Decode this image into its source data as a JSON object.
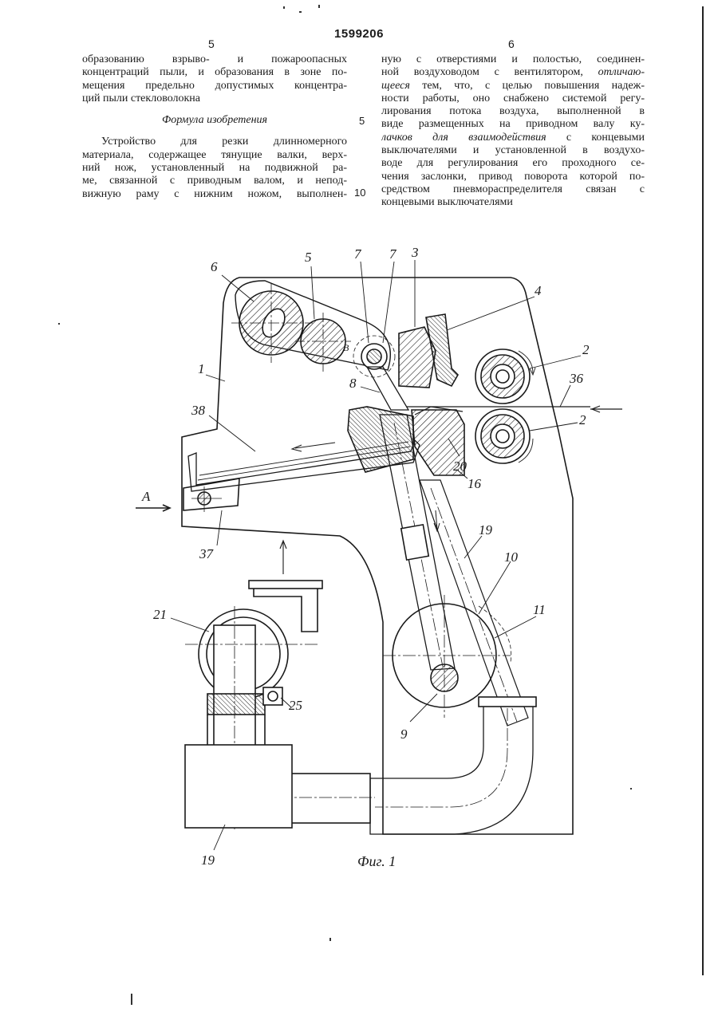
{
  "header": {
    "patent_number": "1599206",
    "col_left_number": "5",
    "col_right_number": "6"
  },
  "left_column": {
    "lines_p1": [
      "образованию взрыво- и пожароопасных",
      "концентраций пыли, и образования в зоне по-",
      "мещения предельно допустимых концентра-",
      "ций пыли стекловолокна"
    ],
    "section_title": "Формула изобретения",
    "lines_p2": [
      "Устройство для резки длинномерного",
      "материала, содержащее тянущие валки, верх-",
      "ний нож, установленный на подвижной ра-",
      "ме, связанной с приводным валом, и непод-",
      "вижную раму с нижним ножом, выполнен-"
    ]
  },
  "right_column": {
    "line1": "ную с отверстиями и полостью, соединен-",
    "line2": "ной воздуховодом с вентилятором,",
    "line2_em": "отличаю-",
    "line3_em": "щееся",
    "line3": "тем, что, с целью повышения надеж-",
    "lines_mid": [
      "ности работы, оно снабжено системой регу-",
      "лирования потока воздуха, выполненной в",
      "виде размещенных на приводном валу ку-"
    ],
    "line7_em": "лачков для взаимодействия",
    "line7": "с концевыми",
    "lines_end": [
      "выключателями и установленной в воздухо-",
      "воде для регулирования его проходного се-",
      "чения заслонки, привод поворота которой по-",
      "средством пневмораспределителя связан с",
      "концевыми выключателями"
    ]
  },
  "line_numbers": {
    "n5": "5",
    "n10": "10"
  },
  "figure": {
    "labels": {
      "l1": "1",
      "l2a": "2",
      "l2b": "2",
      "l3": "3",
      "l4": "4",
      "l5": "5",
      "l6": "6",
      "l7a": "7",
      "l7b": "7",
      "l8": "8",
      "l9": "9",
      "l10": "10",
      "l11": "11",
      "l16": "16",
      "l19a": "19",
      "l19b": "19",
      "l20": "20",
      "l21": "21",
      "l25": "25",
      "l36": "36",
      "l37": "37",
      "l38": "38",
      "lA": "A",
      "lB": "В"
    },
    "caption": "Фиг. 1"
  }
}
